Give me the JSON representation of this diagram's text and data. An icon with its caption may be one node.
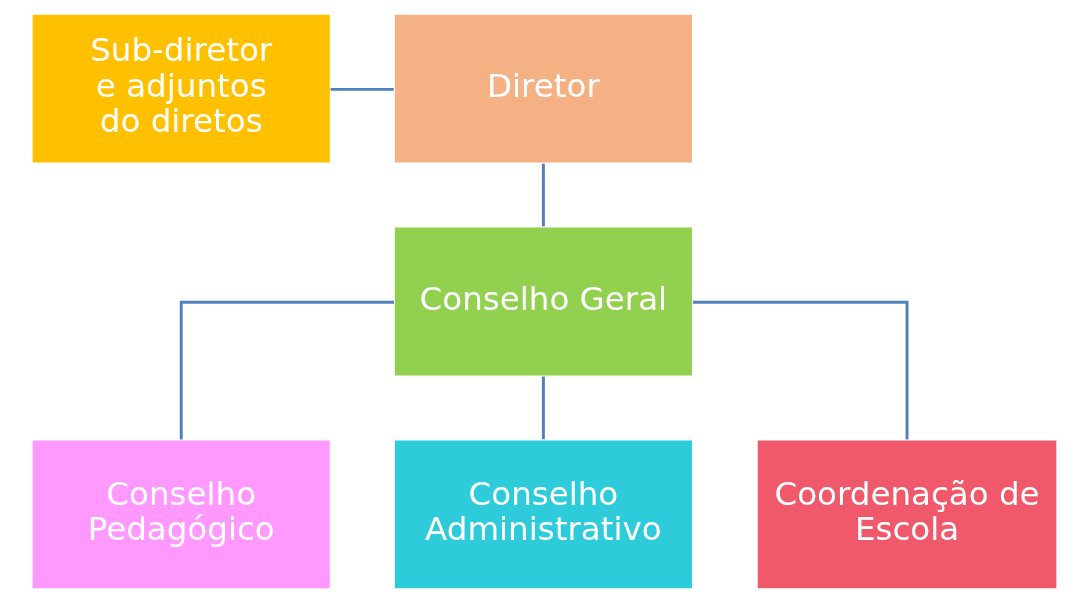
{
  "diagram": {
    "nodes": [
      {
        "text": [
          "Diretor"
        ]
      },
      {
        "text": [
          "Sub-diretor e adjuntos do diretos"
        ]
      },
      {
        "text": [
          "Conselho Geral"
        ]
      },
      {
        "text": [
          "Conselho Pedagógico"
        ]
      },
      {
        "text": [
          "Conselho Administrativo"
        ]
      },
      {
        "text": [
          "Coordenação de Escola"
        ]
      }
    ],
    "edges": [
      {
        "from": 0,
        "to": 2,
        "arrow": "none"
      },
      {
        "from": 1,
        "to": 0,
        "arrow": "none"
      },
      {
        "from": 2,
        "to": 3,
        "arrow": "none"
      },
      {
        "from": 2,
        "to": 4,
        "arrow": "none"
      },
      {
        "from": 2,
        "to": 5,
        "arrow": "none"
      }
    ]
  }
}
